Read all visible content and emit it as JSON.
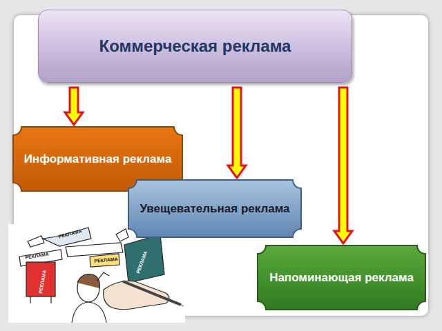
{
  "diagram": {
    "nodes": [
      {
        "text": [
          "Коммерческая реклама"
        ]
      },
      {
        "text": [
          "Информативная реклама"
        ]
      },
      {
        "text": [
          "Увещевательная реклама"
        ]
      },
      {
        "text": [
          "Напоминающая реклама"
        ]
      }
    ],
    "edges": [
      {
        "from": 0,
        "to": 1,
        "arrow": "to"
      },
      {
        "from": 0,
        "to": 2,
        "arrow": "to"
      },
      {
        "from": 0,
        "to": 3,
        "arrow": "to"
      }
    ],
    "labels": [
      "РЕКЛАМА",
      "РЕКЛАМА",
      "РЕКЛАМА",
      "РЕКЛАМА",
      "РЕКЛАМА"
    ]
  }
}
